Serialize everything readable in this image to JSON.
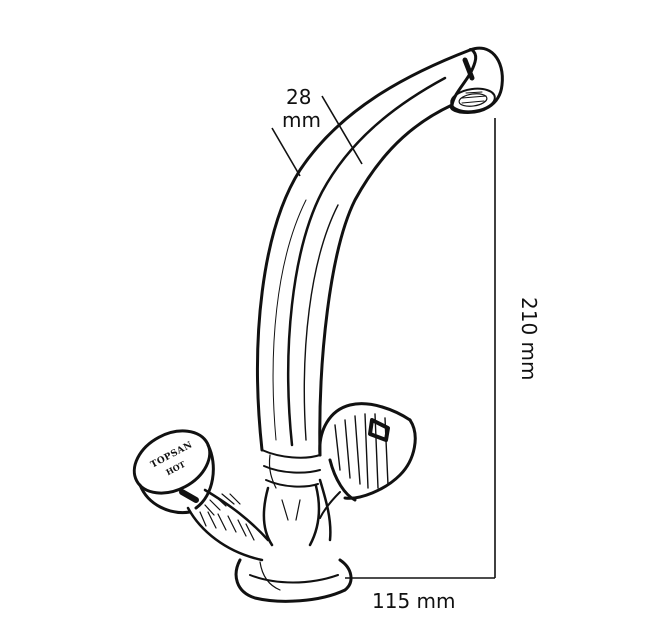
{
  "diagram": {
    "dimensions": {
      "pipe_diameter": {
        "value": "28",
        "unit": "mm"
      },
      "height": {
        "label": "210 mm"
      },
      "reach": {
        "label": "115 mm"
      }
    },
    "handle_label": {
      "brand": "TOPSAN",
      "side": "HOT"
    },
    "colors": {
      "line": "#111111",
      "background": "#ffffff"
    }
  }
}
